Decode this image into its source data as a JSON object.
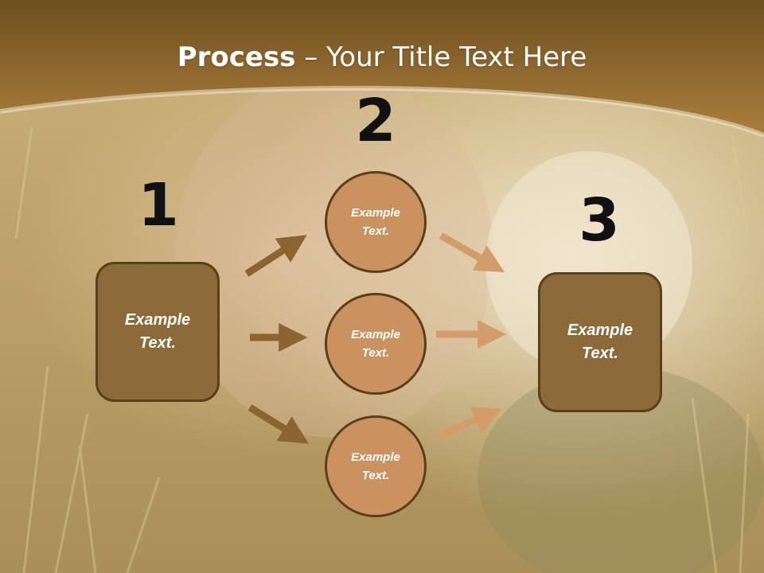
{
  "title": {
    "strong": "Process",
    "rest": " – Your Title Text Here"
  },
  "steps": [
    {
      "number": "1",
      "label": "Example Text."
    },
    {
      "number": "2",
      "label": "Example Text."
    },
    {
      "number": "3",
      "label": "Example Text."
    }
  ],
  "middle": [
    {
      "label": "Example Text."
    },
    {
      "label": "Example Text."
    },
    {
      "label": "Example Text."
    }
  ],
  "colors": {
    "header": "#8a6328",
    "box_fill": "#8c6a3a",
    "circle_fill": "#c9925f",
    "border": "#5a3f1a",
    "arrow_left": "#8a6530",
    "arrow_right": "#d29d6a"
  }
}
